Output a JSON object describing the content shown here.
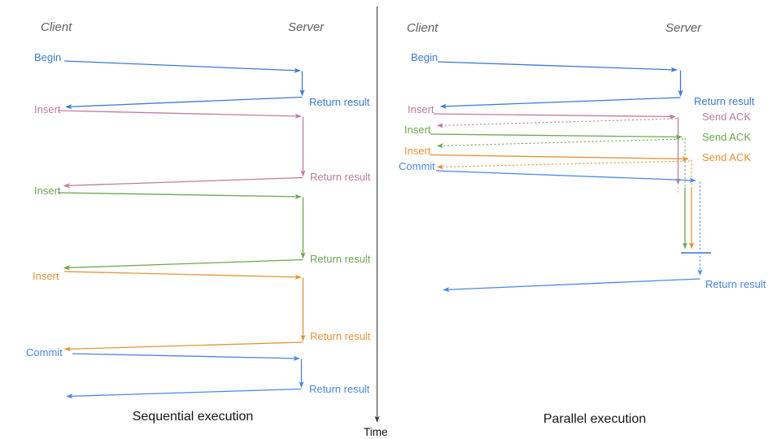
{
  "panels": {
    "sequential": {
      "title": "Sequential execution",
      "client_header": "Client",
      "server_header": "Server",
      "operations": [
        {
          "label": "Begin",
          "response": "Return result",
          "color": "#3c78d8"
        },
        {
          "label": "Insert",
          "response": "Return result",
          "color": "#c27ba0"
        },
        {
          "label": "Insert",
          "response": "Return result",
          "color": "#6aa84f"
        },
        {
          "label": "Insert",
          "response": "Return result",
          "color": "#e69138"
        },
        {
          "label": "Commit",
          "response": "Return result",
          "color": "#4a86e8"
        }
      ]
    },
    "parallel": {
      "title": "Parallel execution",
      "client_header": "Client",
      "server_header": "Server",
      "operations": [
        {
          "label": "Begin",
          "response": "Return result",
          "color": "#3c78d8"
        },
        {
          "label": "Insert",
          "response": "Send ACK",
          "color": "#c27ba0"
        },
        {
          "label": "Insert",
          "response": "Send ACK",
          "color": "#6aa84f"
        },
        {
          "label": "Insert",
          "response": "Send ACK",
          "color": "#e69138"
        },
        {
          "label": "Commit",
          "response": "Return result",
          "color": "#4a86e8"
        }
      ]
    }
  },
  "time_axis": {
    "label": "Time"
  },
  "colors": {
    "begin_blue": "#3c78d8",
    "insert_pink": "#c27ba0",
    "insert_green": "#6aa84f",
    "insert_orange": "#e69138",
    "commit_blue": "#4a86e8",
    "header_gray": "#5f5f5f",
    "axis_gray": "#3d3d3d"
  }
}
